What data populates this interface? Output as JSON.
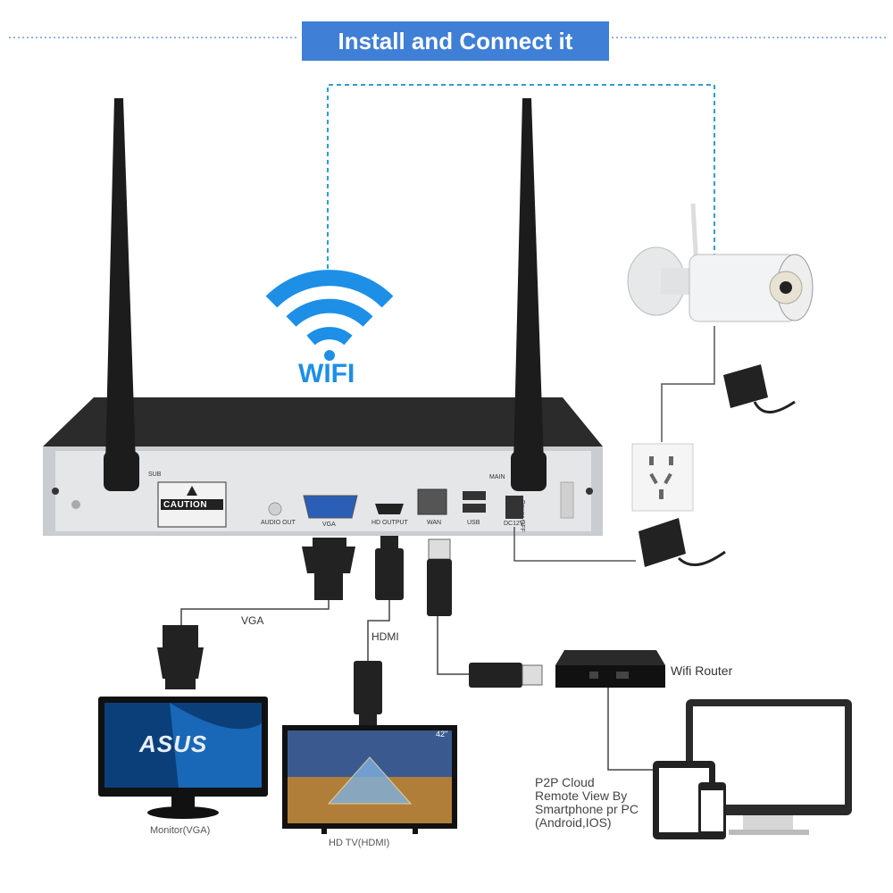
{
  "title": "Install and Connect it",
  "wifi_label": "WIFI",
  "nvr": {
    "antenna_left_label": "SUB",
    "antenna_right_label": "MAIN",
    "caution_label": "CAUTION",
    "ports": {
      "audio_out": "AUDIO OUT",
      "vga": "VGA",
      "hd_output": "HD OUTPUT",
      "wan": "WAN",
      "usb": "USB",
      "dc12v": "DC12V",
      "power": "Power OFF"
    }
  },
  "cables": {
    "vga": "VGA",
    "hdmi": "HDMI"
  },
  "router_label": "Wifi Router",
  "monitor": {
    "brand": "ASUS",
    "label": "Monitor(VGA)"
  },
  "tv": {
    "size": "42\"",
    "label": "HD TV(HDMI)"
  },
  "p2p_lines": [
    "P2P Cloud",
    "Remote View By",
    "Smartphone pr PC",
    "(Android,IOS)"
  ],
  "colors": {
    "banner": "#3f7fd6",
    "wifi": "#1d8fe6",
    "dashed_line": "#2a9fd8"
  },
  "icons": [
    "wifi-icon",
    "antenna-icon",
    "camera-icon",
    "power-adapter-icon",
    "wall-outlet-icon"
  ]
}
